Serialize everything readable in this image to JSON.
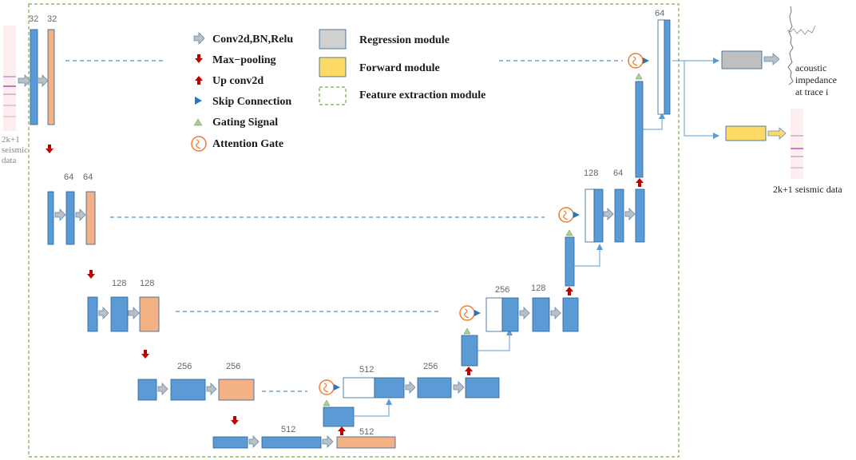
{
  "colors": {
    "blue": "#5b9bd5",
    "blue_stroke": "#2e5f94",
    "orange": "#f4b183",
    "grey": "#bfbfbf",
    "yellow": "#ffd966",
    "green_dash": "#70ad47",
    "red": "#c00000",
    "triangle_green": "#a9d18e",
    "gate_orange": "#ed7d31",
    "connector": "#5b9bd5"
  },
  "legend": {
    "conv": "Conv2d,BN,Relu",
    "maxpool": "Max−pooling",
    "upconv": "Up conv2d",
    "skip": "Skip Connection",
    "gating": "Gating Signal",
    "attention": "Attention Gate",
    "regression": "Regression module",
    "forward": "Forward module",
    "feature": "Feature extraction module"
  },
  "channels": {
    "l1a": "32",
    "l1b": "32",
    "l2a": "64",
    "l2b": "64",
    "l3a": "128",
    "l3b": "128",
    "l4a": "256",
    "l4b": "256",
    "bottom": "512",
    "bottom_up": "512",
    "d4a": "512",
    "d4b": "256",
    "d3a": "256",
    "d3b": "128",
    "d2a": "128",
    "d2b": "64",
    "d1": "64"
  },
  "labels": {
    "input_line1": "2k+1",
    "input_line2": "seismic",
    "input_line3": "data",
    "out_imp1": "acoustic",
    "out_imp2": "impedance",
    "out_imp3": "at trace i",
    "out_seismic": "2k+1 seismic data"
  }
}
